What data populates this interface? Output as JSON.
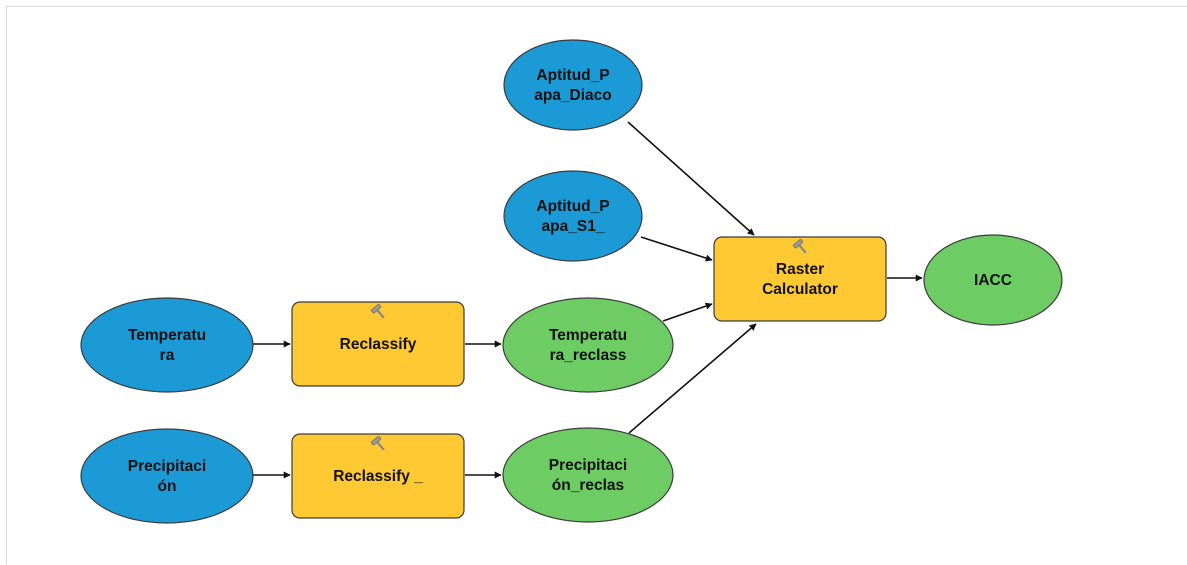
{
  "colors": {
    "data_input": "#1c9ad6",
    "tool": "#ffc933",
    "derived_output": "#6dcc64",
    "node_stroke": "#3a3a3a",
    "arrow": "#111111"
  },
  "nodes": [
    {
      "id": "aptitud_diaco",
      "type": "data_input",
      "lines": [
        "Aptitud_P",
        "apa_Diaco"
      ]
    },
    {
      "id": "aptitud_s1",
      "type": "data_input",
      "lines": [
        "Aptitud_P",
        "apa_S1_"
      ]
    },
    {
      "id": "temperatura",
      "type": "data_input",
      "lines": [
        "Temperatu",
        "ra"
      ]
    },
    {
      "id": "precipitacion",
      "type": "data_input",
      "lines": [
        "Precipitaci",
        "ón"
      ]
    },
    {
      "id": "reclassify_1",
      "type": "tool",
      "icon": "hammer-icon",
      "lines": [
        "Reclassify"
      ]
    },
    {
      "id": "reclassify_2",
      "type": "tool",
      "icon": "hammer-icon",
      "lines": [
        "Reclassify _"
      ]
    },
    {
      "id": "raster_calculator",
      "type": "tool",
      "icon": "hammer-icon",
      "lines": [
        "Raster",
        "Calculator"
      ]
    },
    {
      "id": "temperatura_reclass",
      "type": "derived_output",
      "lines": [
        "Temperatu",
        "ra_reclass"
      ]
    },
    {
      "id": "precipitacion_reclas",
      "type": "derived_output",
      "lines": [
        "Precipitaci",
        "ón_reclas"
      ]
    },
    {
      "id": "iacc",
      "type": "derived_output",
      "lines": [
        "IACC"
      ]
    }
  ],
  "edges": [
    {
      "from": "temperatura",
      "to": "reclassify_1"
    },
    {
      "from": "reclassify_1",
      "to": "temperatura_reclass"
    },
    {
      "from": "precipitacion",
      "to": "reclassify_2"
    },
    {
      "from": "reclassify_2",
      "to": "precipitacion_reclas"
    },
    {
      "from": "aptitud_diaco",
      "to": "raster_calculator"
    },
    {
      "from": "aptitud_s1",
      "to": "raster_calculator"
    },
    {
      "from": "temperatura_reclass",
      "to": "raster_calculator"
    },
    {
      "from": "precipitacion_reclas",
      "to": "raster_calculator"
    },
    {
      "from": "raster_calculator",
      "to": "iacc"
    }
  ]
}
